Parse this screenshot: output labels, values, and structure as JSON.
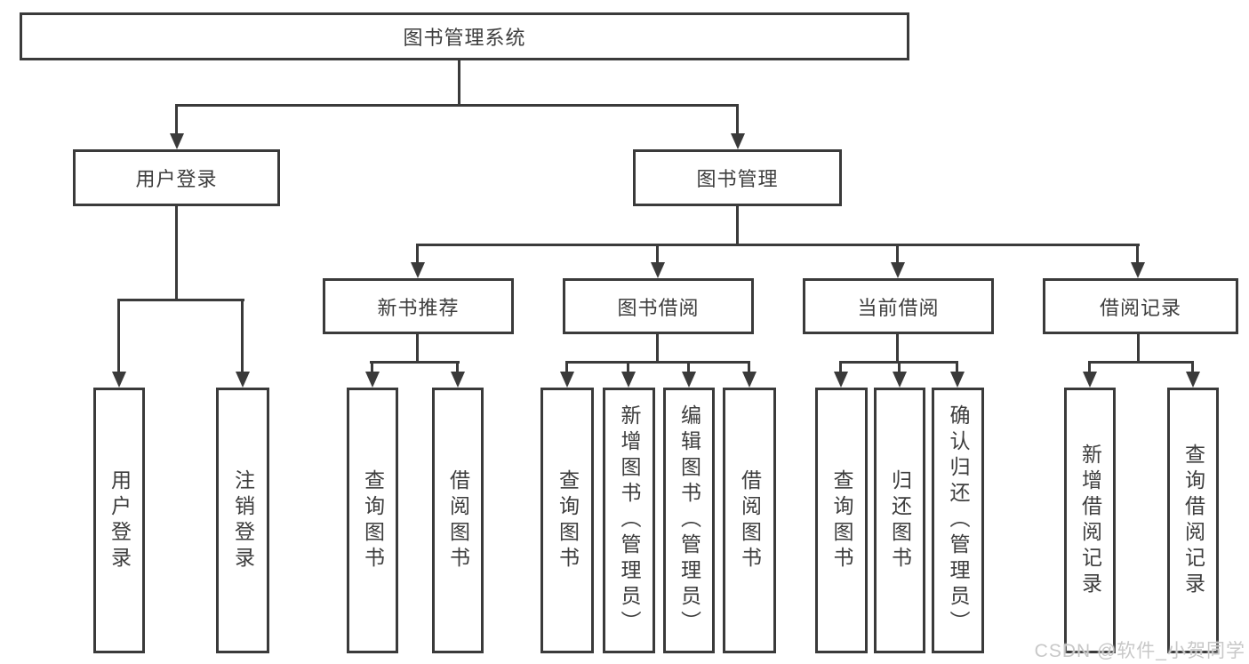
{
  "diagram_title": "图书管理系统",
  "nodes": {
    "root": "图书管理系统",
    "user_login": "用户登录",
    "book_mgmt": "图书管理",
    "new_book_rec": "新书推荐",
    "book_borrow": "图书借阅",
    "current_borrow": "当前借阅",
    "borrow_records": "借阅记录",
    "ul_user_login": "用户登录",
    "ul_logout": "注销登录",
    "nb_query_book": "查询图书",
    "nb_borrow_book": "借阅图书",
    "bb_query_book": "查询图书",
    "bb_add_book": "新增图书（管理员）",
    "bb_edit_book": "编辑图书（管理员）",
    "bb_borrow_book": "借阅图书",
    "cb_query_book": "查询图书",
    "cb_return_book": "归还图书",
    "cb_confirm_return": "确认归还（管理员）",
    "br_add_record": "新增借阅记录",
    "br_query_record": "查询借阅记录"
  },
  "watermark": "CSDN @软件_小贺同学",
  "colors": {
    "line": "#3a3a3a",
    "text": "#3d3d3d",
    "background": "#ffffff",
    "watermark": "#c8c8c8"
  }
}
